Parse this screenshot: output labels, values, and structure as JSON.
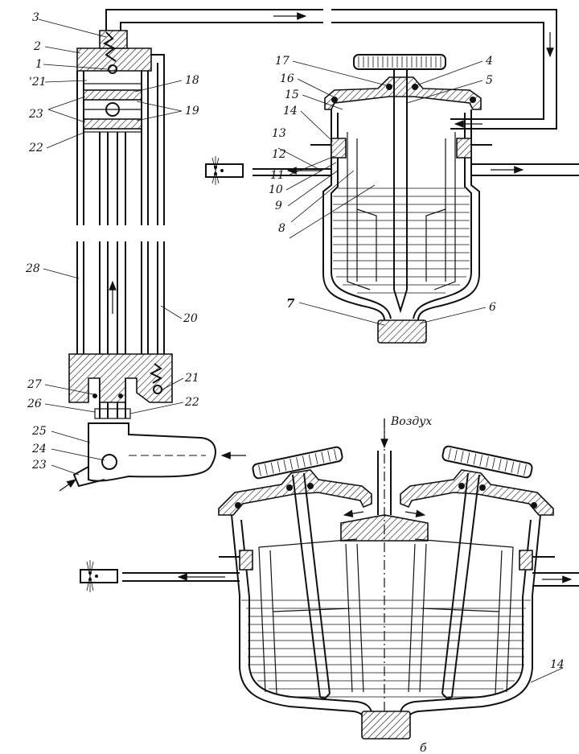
{
  "labels": {
    "l1": "1",
    "l2": "2",
    "l3": "3",
    "l4": "4",
    "l5": "5",
    "l6": "6",
    "l7": "7",
    "l8": "8",
    "l9": "9",
    "l10": "10",
    "l11": "11",
    "l12": "12",
    "l13": "13",
    "l14": "14",
    "l14b": "14",
    "l15": "15",
    "l16": "16",
    "l17": "17",
    "l18": "18",
    "l19": "19",
    "l20": "20",
    "l21a": "'21",
    "l21b": "21",
    "l22a": "22",
    "l22b": "22",
    "l23a": "23",
    "l23b": "23",
    "l24": "24",
    "l25": "25",
    "l26": "26",
    "l27": "27",
    "l28": "28"
  },
  "air_label": "Воздух",
  "bottom_marks": {
    "m1": "б"
  }
}
